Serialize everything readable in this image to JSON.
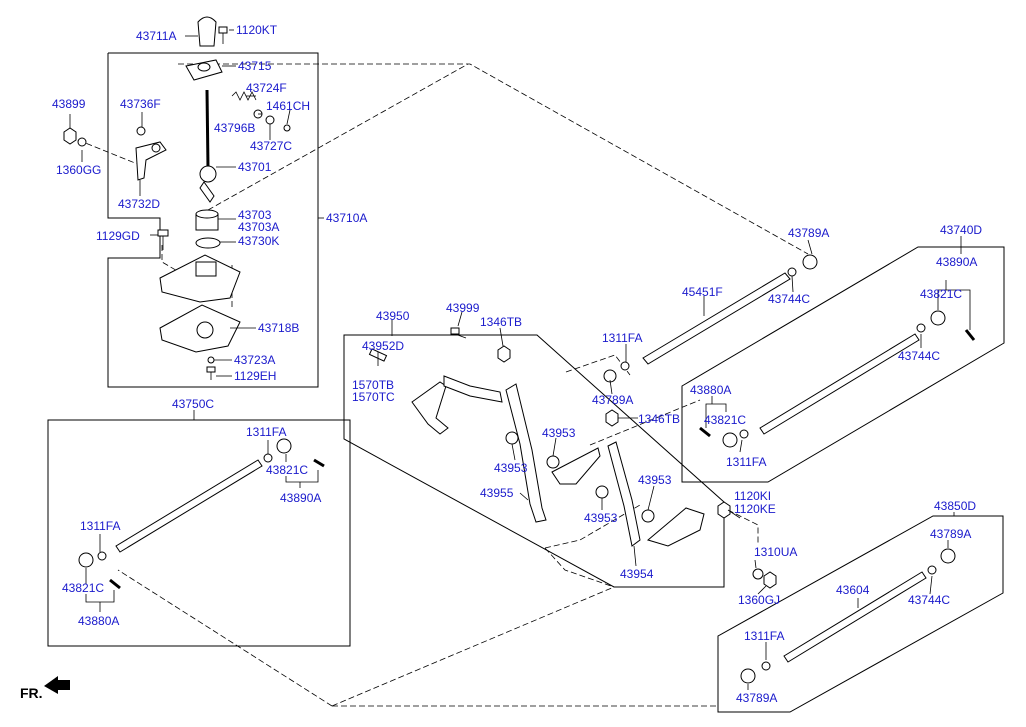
{
  "labels": {
    "p43711A": "43711A",
    "p1120KT": "1120KT",
    "p43715": "43715",
    "p43724F": "43724F",
    "p1461CH": "1461CH",
    "p43796B": "43796B",
    "p43727C": "43727C",
    "p43701": "43701",
    "p43899": "43899",
    "p43736F": "43736F",
    "p1360GG": "1360GG",
    "p43732D": "43732D",
    "p43703": "43703",
    "p43703A": "43703A",
    "p43730K": "43730K",
    "p43710A": "43710A",
    "p1129GD": "1129GD",
    "p43718B": "43718B",
    "p43723A": "43723A",
    "p1129EH": "1129EH",
    "p43789A_top": "43789A",
    "p45451F": "45451F",
    "p43744C_top": "43744C",
    "p43740D": "43740D",
    "p43890A_r": "43890A",
    "p43821C_r": "43821C",
    "p43744C_r": "43744C",
    "p43950": "43950",
    "p43999": "43999",
    "p1346TB_a": "1346TB",
    "p43952D": "43952D",
    "p1570TB": "1570TB",
    "p1570TC": "1570TC",
    "p1311FA_mid": "1311FA",
    "p43789A_mid": "43789A",
    "p43880A_r": "43880A",
    "p43821C_r2": "43821C",
    "p1311FA_r": "1311FA",
    "p1346TB_b": "1346TB",
    "p43953_a": "43953",
    "p43953_b": "43953",
    "p43953_c": "43953",
    "p43953_d": "43953",
    "p43955": "43955",
    "p43954": "43954",
    "p1120KI": "1120KI",
    "p1120KE": "1120KE",
    "p1310UA": "1310UA",
    "p1360GJ": "1360GJ",
    "p43750C": "43750C",
    "p1311FA_l1": "1311FA",
    "p43821C_l1": "43821C",
    "p43890A_l": "43890A",
    "p1311FA_l2": "1311FA",
    "p43821C_l2": "43821C",
    "p43880A_l": "43880A",
    "p43850D": "43850D",
    "p43789A_br1": "43789A",
    "p43604": "43604",
    "p43744C_br": "43744C",
    "p1311FA_br": "1311FA",
    "p43789A_br2": "43789A",
    "fr": "FR."
  }
}
